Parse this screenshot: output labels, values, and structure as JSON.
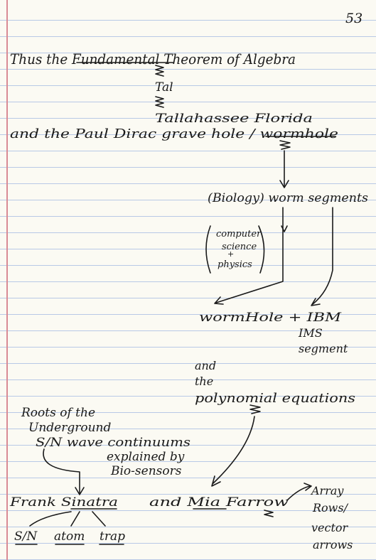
{
  "page_number": "53",
  "lines": {
    "line1": "Thus the Fundamental Theorem of Algebra",
    "tal": "Tal",
    "tallahassee": "Tallahassee Florida",
    "line2": "and the Paul Dirac grave hole / wormhole",
    "biology": "(Biology) worm segments",
    "cs_computer": "computer",
    "cs_science": "science",
    "cs_physics": "physics",
    "wormhole_ibm": "wormHole + IBM",
    "ims": "IMS",
    "segment": "segment",
    "and": "and",
    "the": "the",
    "polynomial": "polynomial equations",
    "roots1": "Roots of the",
    "roots2": "Underground",
    "roots3": "S/N wave continuums",
    "explained1": "explained by",
    "explained2": "Bio-sensors",
    "frank": "Frank Sinatra",
    "and_mia": "and Mia Farrow",
    "sn": "S/N",
    "atom": "atom",
    "trap": "trap",
    "array": "Array",
    "rows": "Rows/",
    "vector": "vector",
    "arrows": "arrows"
  },
  "colors": {
    "paper": "#fbfaf3",
    "rule_line": "#b8c9e6",
    "margin_line": "#d98b95",
    "ink": "#1a1a1a"
  }
}
